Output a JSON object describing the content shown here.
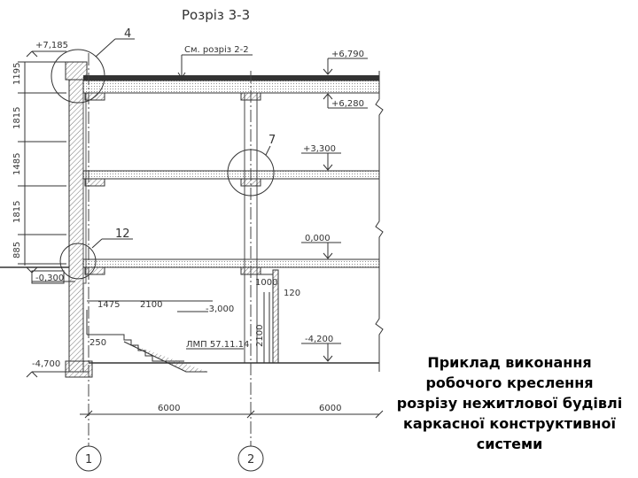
{
  "title": "Розріз 3-3",
  "callouts": {
    "c4": "4",
    "c7": "7",
    "c12": "12"
  },
  "note": "См. розріз 2-2",
  "levels": {
    "l7185": "+7,185",
    "l6790": "+6,790",
    "l6280": "+6,280",
    "l3300": "+3,300",
    "l0000": "0,000",
    "lm0300": "-0,300",
    "lm3000": "-3,000",
    "lm4200": "-4,200",
    "lm4700": "-4,700"
  },
  "vertical_dims": [
    "1195",
    "1815",
    "1485",
    "1815",
    "885"
  ],
  "dims": {
    "d1475": "1475",
    "d2100a": "2100",
    "d2100b": "2100",
    "d1000": "1000",
    "d120": "120",
    "d250": "250",
    "span1": "6000",
    "span2": "6000"
  },
  "stair_label": "ЛМП 57.11.14",
  "axes": [
    "1",
    "2"
  ],
  "caption_lines": [
    "Приклад виконання",
    "робочого креслення",
    "розрізу нежитлової будівлі",
    "каркасної  конструктивної",
    "системи"
  ]
}
